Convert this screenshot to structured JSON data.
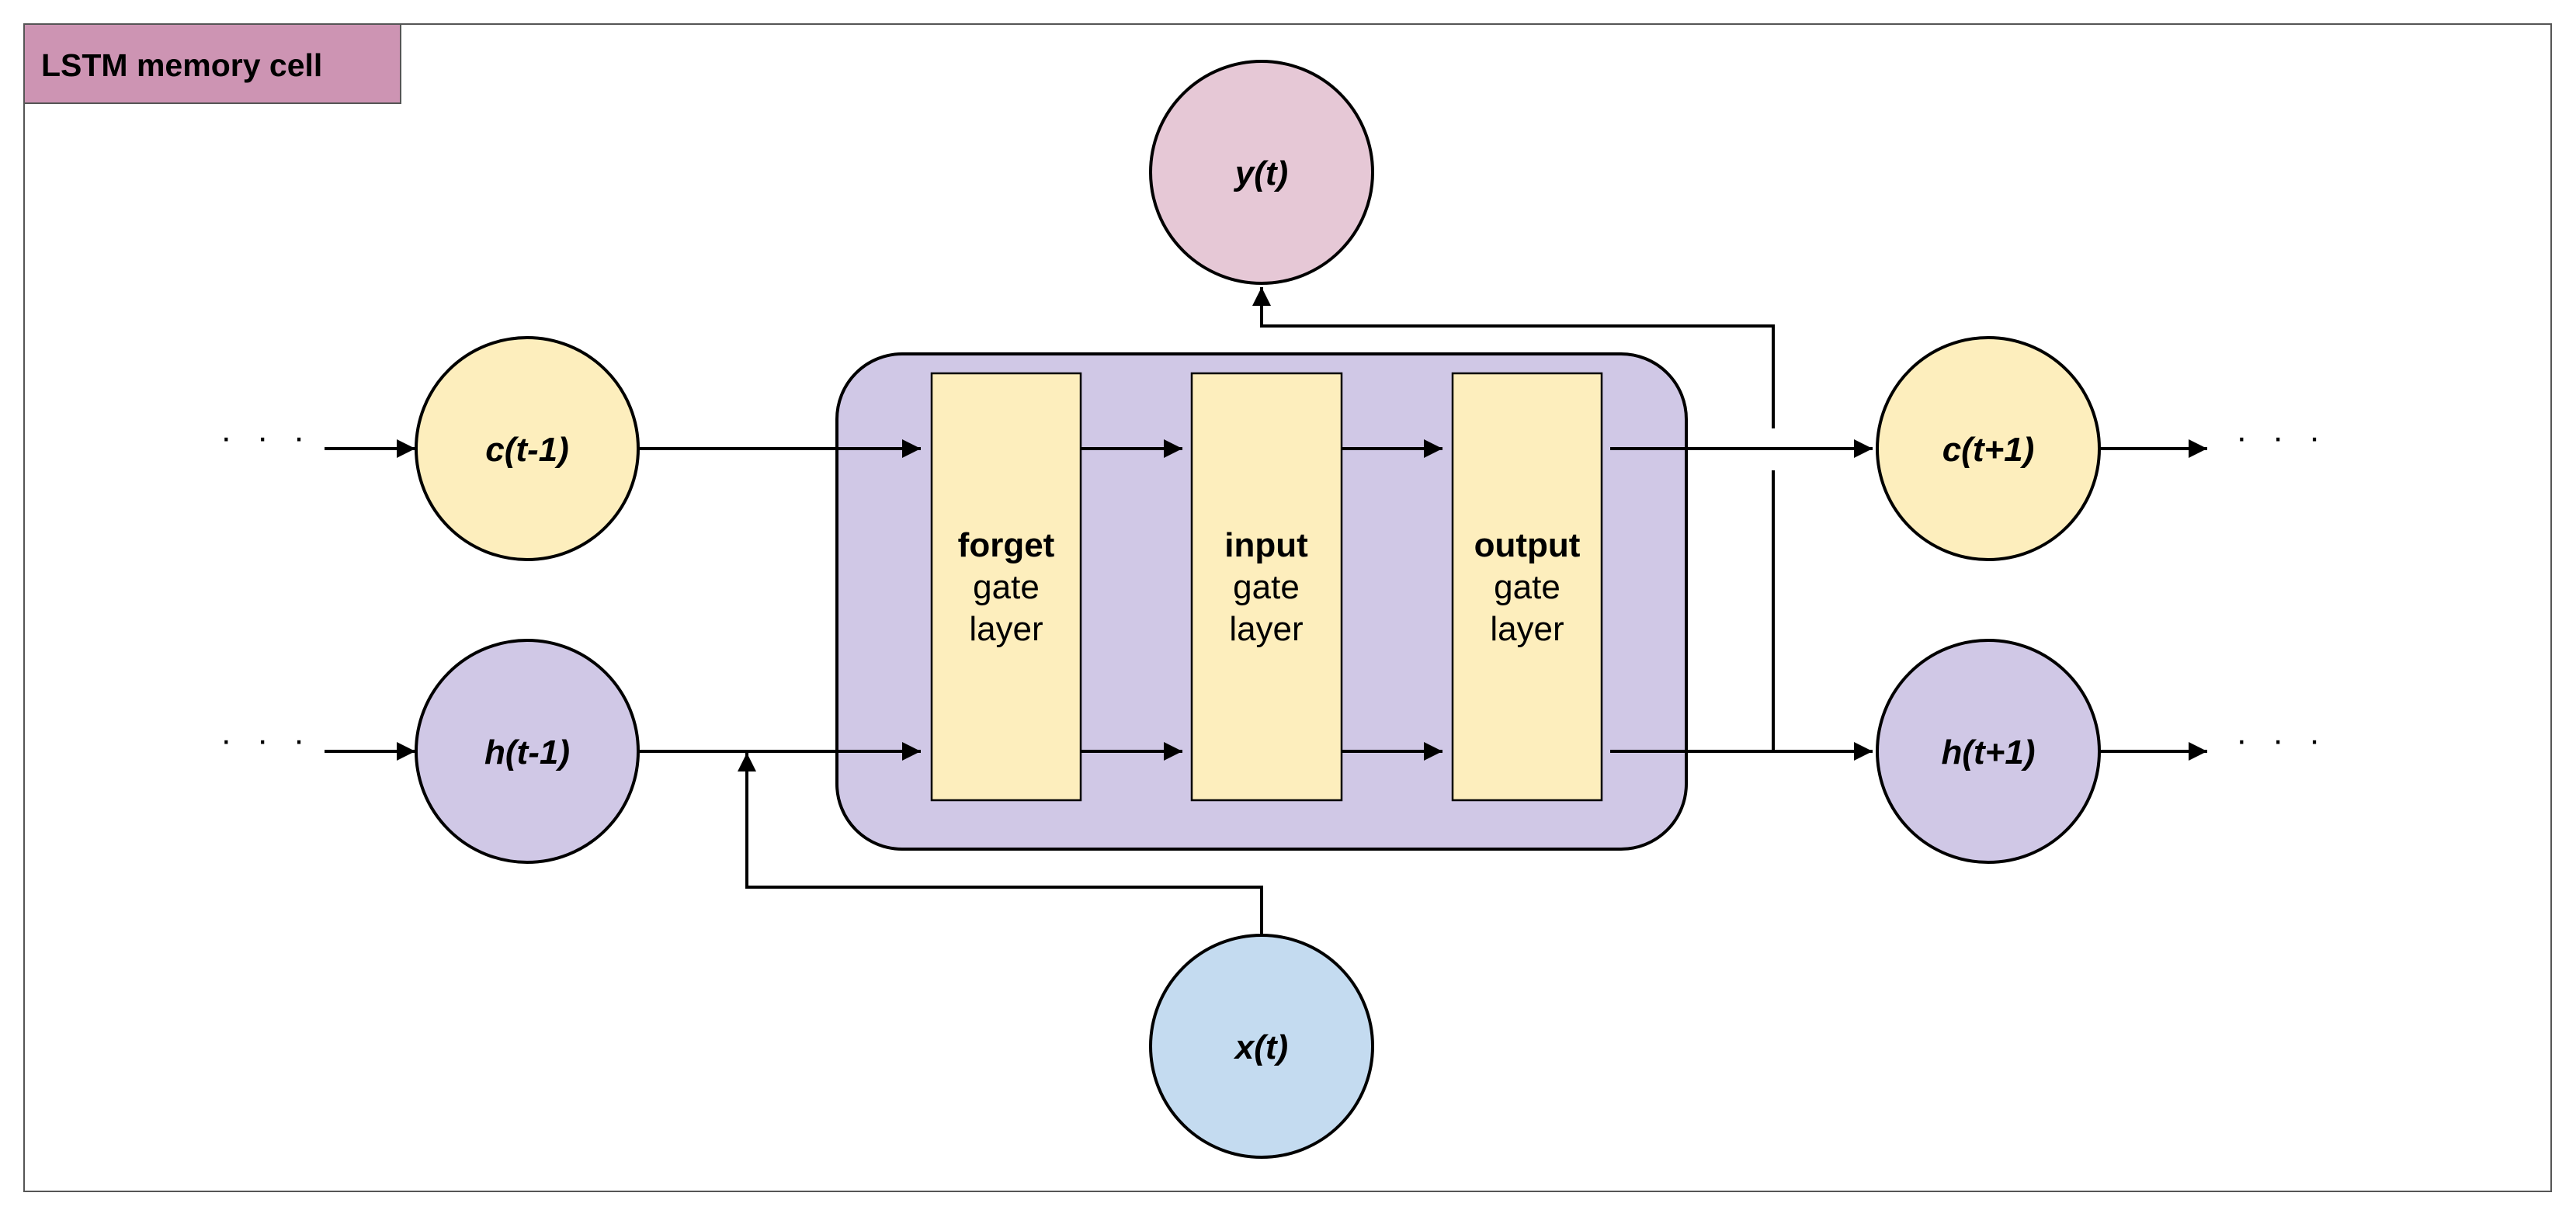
{
  "title": "LSTM memory cell",
  "colors": {
    "title_bg": "#cd94b3",
    "cell_state": "#fdeebd",
    "hidden_state": "#d0c8e6",
    "output": "#e6c8d6",
    "input": "#c4dbf0",
    "cell_box": "#d0c8e6",
    "gate": "#fdeebd"
  },
  "nodes": {
    "c_prev": "c(t-1)",
    "h_prev": "h(t-1)",
    "y": "y(t)",
    "x": "x(t)",
    "c_next": "c(t+1)",
    "h_next": "h(t+1)"
  },
  "gates": [
    {
      "name": "forget",
      "line2": "gate",
      "line3": "layer"
    },
    {
      "name": "input",
      "line2": "gate",
      "line3": "layer"
    },
    {
      "name": "output",
      "line2": "gate",
      "line3": "layer"
    }
  ],
  "ellipsis": "· · ·"
}
